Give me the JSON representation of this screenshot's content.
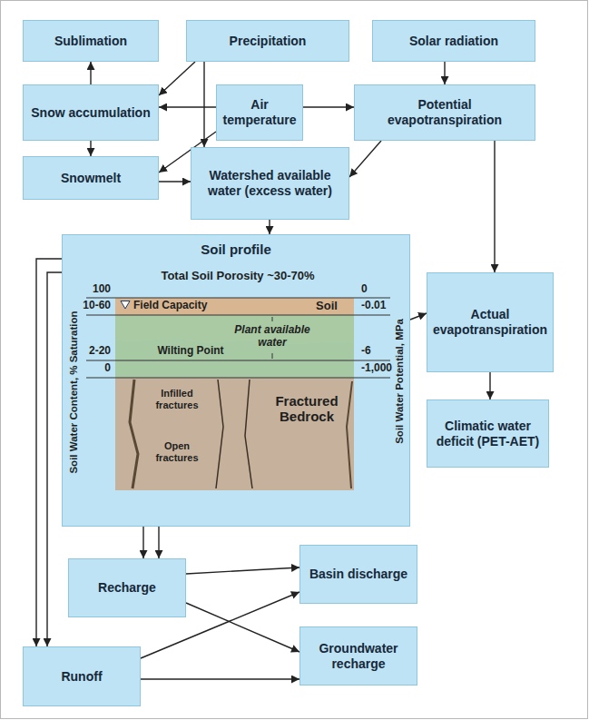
{
  "diagram": {
    "nodes": [
      {
        "text": [
          "Sublimation"
        ]
      },
      {
        "text": [
          "Precipitation"
        ]
      },
      {
        "text": [
          "Solar radiation"
        ]
      },
      {
        "text": [
          "Snow accumulation"
        ]
      },
      {
        "text": [
          "Air temperature"
        ]
      },
      {
        "text": [
          "Potential evapotranspiration"
        ]
      },
      {
        "text": [
          "Snowmelt"
        ]
      },
      {
        "text": [
          "Watershed available water (excess water)"
        ]
      },
      {
        "text": [
          "Soil profile"
        ]
      },
      {
        "text": [
          "Actual evapotranspiration"
        ]
      },
      {
        "text": [
          "Climatic water deficit (PET-AET)"
        ]
      },
      {
        "text": [
          "Recharge"
        ]
      },
      {
        "text": [
          "Basin discharge"
        ]
      },
      {
        "text": [
          "Runoff"
        ]
      },
      {
        "text": [
          "Groundwater recharge"
        ]
      }
    ],
    "edges": [
      {
        "from": 1,
        "to": 3,
        "arrow": "to"
      },
      {
        "from": 1,
        "to": 7,
        "arrow": "to"
      },
      {
        "from": 4,
        "to": 3,
        "arrow": "to"
      },
      {
        "from": 4,
        "to": 6,
        "arrow": "to"
      },
      {
        "from": 4,
        "to": 5,
        "arrow": "to"
      },
      {
        "from": 3,
        "to": 0,
        "arrow": "to"
      },
      {
        "from": 3,
        "to": 6,
        "arrow": "to"
      },
      {
        "from": 6,
        "to": 7,
        "arrow": "to"
      },
      {
        "from": 2,
        "to": 5,
        "arrow": "to"
      },
      {
        "from": 5,
        "to": 7,
        "arrow": "to"
      },
      {
        "from": 5,
        "to": 9,
        "arrow": "to"
      },
      {
        "from": 7,
        "to": 8,
        "arrow": "to"
      },
      {
        "from": 8,
        "to": 9,
        "arrow": "to"
      },
      {
        "from": 9,
        "to": 10,
        "arrow": "to"
      },
      {
        "from": 8,
        "to": 11,
        "arrow": "to"
      },
      {
        "from": 8,
        "to": 11,
        "arrow": "to"
      },
      {
        "from": 8,
        "to": 13,
        "arrow": "to"
      },
      {
        "from": 8,
        "to": 13,
        "arrow": "to"
      },
      {
        "from": 11,
        "to": 12,
        "arrow": "to"
      },
      {
        "from": 11,
        "to": 14,
        "arrow": "to"
      },
      {
        "from": 13,
        "to": 12,
        "arrow": "to"
      },
      {
        "from": 13,
        "to": 14,
        "arrow": "to"
      }
    ],
    "labels": [
      "Total Soil Porosity ~30-70%",
      "100",
      "0",
      "10-60",
      "Field Capacity",
      "Soil",
      "-0.01",
      "Plant available water",
      "2-20",
      "Wilting Point",
      "-6",
      "0",
      "-1,000",
      "Infilled fractures",
      "Fractured Bedrock",
      "Open fractures",
      "Soil Water Content, % Saturation",
      "Soil Water Potential, MPa"
    ]
  }
}
